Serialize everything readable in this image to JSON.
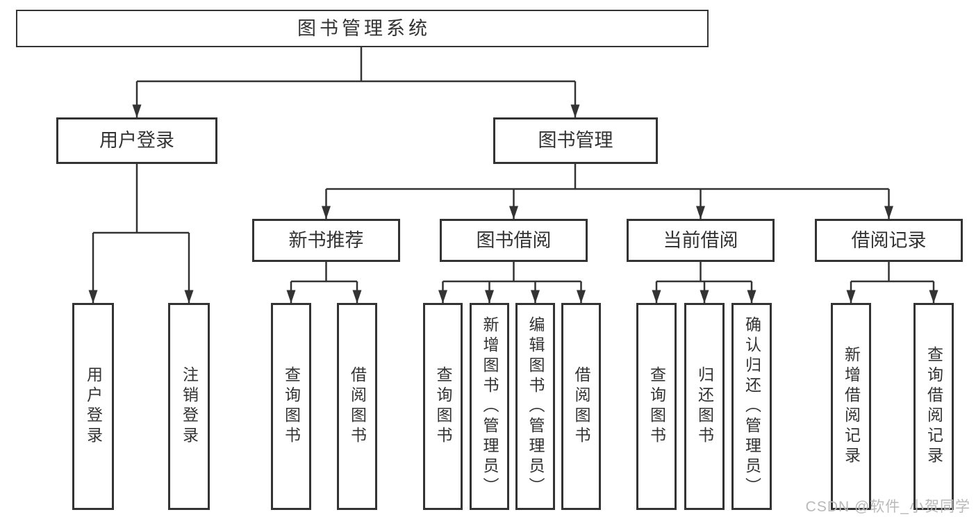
{
  "tree": {
    "label": "图书管理系统",
    "children": [
      {
        "label": "用户登录",
        "children": [
          {
            "label": "用户登录"
          },
          {
            "label": "注销登录"
          }
        ]
      },
      {
        "label": "图书管理",
        "children": [
          {
            "label": "新书推荐",
            "children": [
              {
                "label": "查询图书"
              },
              {
                "label": "借阅图书"
              }
            ]
          },
          {
            "label": "图书借阅",
            "children": [
              {
                "label": "查询图书"
              },
              {
                "label": "新增图书（管理员）"
              },
              {
                "label": "编辑图书（管理员）"
              },
              {
                "label": "借阅图书"
              }
            ]
          },
          {
            "label": "当前借阅",
            "children": [
              {
                "label": "查询图书"
              },
              {
                "label": "归还图书"
              },
              {
                "label": "确认归还（管理员）"
              }
            ]
          },
          {
            "label": "借阅记录",
            "children": [
              {
                "label": "新增借阅记录"
              },
              {
                "label": "查询借阅记录"
              }
            ]
          }
        ]
      }
    ]
  },
  "watermark": {
    "text": "CSDN @软件_小贺同学"
  },
  "colors": {
    "line": "#333333",
    "text": "#333333",
    "bg": "#ffffff",
    "watermark": "#b9b9b9"
  }
}
